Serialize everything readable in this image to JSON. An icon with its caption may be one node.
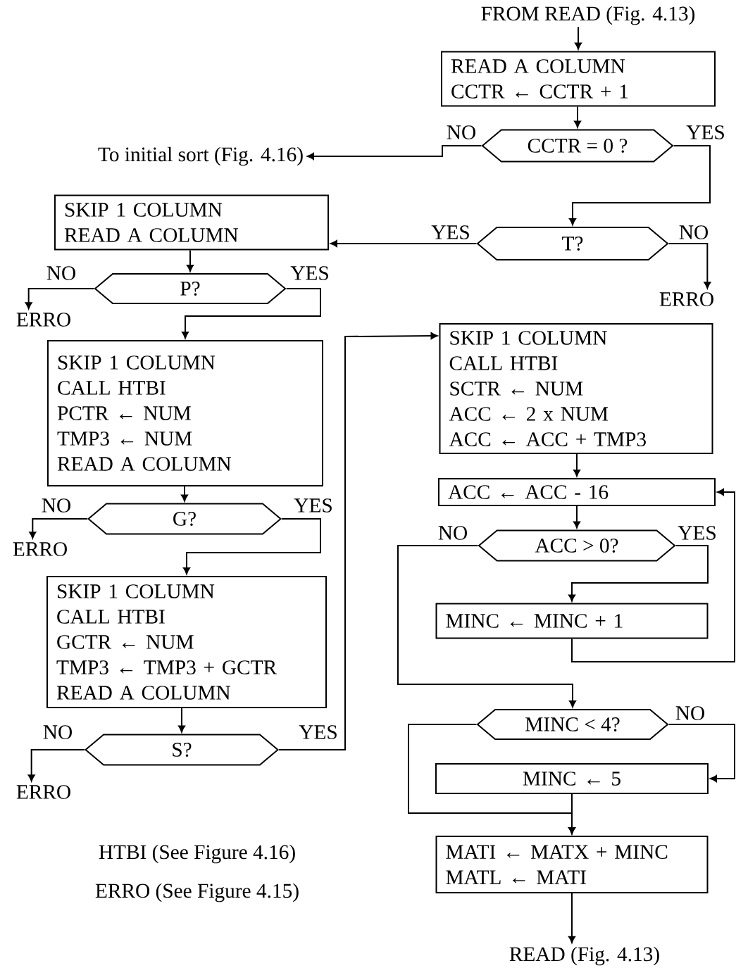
{
  "diagram": {
    "nodes": [
      {
        "text": [
          "FROM READ (Fig. 4.13)"
        ]
      },
      {
        "text": [
          "READ A COLUMN",
          "CCTR ← CCTR + 1"
        ]
      },
      {
        "text": [
          "CCTR = 0 ?"
        ]
      },
      {
        "text": [
          "To initial sort (Fig. 4.16)"
        ]
      },
      {
        "text": [
          "T?"
        ]
      },
      {
        "text": [
          "SKIP 1 COLUMN",
          "READ A COLUMN"
        ]
      },
      {
        "text": [
          "ERRO"
        ]
      },
      {
        "text": [
          "P?"
        ]
      },
      {
        "text": [
          "ERRO"
        ]
      },
      {
        "text": [
          "SKIP 1 COLUMN",
          "CALL HTBI",
          "PCTR ← NUM",
          "TMP3 ← NUM",
          "READ A COLUMN"
        ]
      },
      {
        "text": [
          "G?"
        ]
      },
      {
        "text": [
          "ERRO"
        ]
      },
      {
        "text": [
          "SKIP 1 COLUMN",
          "CALL HTBI",
          "GCTR ← NUM",
          "TMP3 ← TMP3 + GCTR",
          "READ A COLUMN"
        ]
      },
      {
        "text": [
          "S?"
        ]
      },
      {
        "text": [
          "ERRO"
        ]
      },
      {
        "text": [
          "SKIP 1 COLUMN",
          "CALL HTBI",
          "SCTR ← NUM",
          "ACC ← 2 x NUM",
          "ACC ← ACC + TMP3"
        ]
      },
      {
        "text": [
          "ACC ← ACC - 16"
        ]
      },
      {
        "text": [
          "ACC > 0?"
        ]
      },
      {
        "text": [
          "MINC ← MINC + 1"
        ]
      },
      {
        "text": [
          "MINC < 4?"
        ]
      },
      {
        "text": [
          "MINC ← 5"
        ]
      },
      {
        "text": [
          "MATI ← MATX + MINC",
          "MATL ← MATI"
        ]
      },
      {
        "text": [
          "READ (Fig. 4.13)"
        ]
      }
    ],
    "edges": [
      {
        "from": 0,
        "to": 1,
        "arrow": "to"
      },
      {
        "from": 1,
        "to": 2,
        "arrow": "to"
      },
      {
        "from": 2,
        "to": 3,
        "arrow": "to",
        "label": "NO"
      },
      {
        "from": 2,
        "to": 4,
        "arrow": "to",
        "label": "YES"
      },
      {
        "from": 4,
        "to": 5,
        "arrow": "to",
        "label": "YES"
      },
      {
        "from": 4,
        "to": 6,
        "arrow": "to",
        "label": "NO"
      },
      {
        "from": 5,
        "to": 7,
        "arrow": "to"
      },
      {
        "from": 7,
        "to": 8,
        "arrow": "to",
        "label": "NO"
      },
      {
        "from": 7,
        "to": 9,
        "arrow": "to",
        "label": "YES"
      },
      {
        "from": 9,
        "to": 10,
        "arrow": "to"
      },
      {
        "from": 10,
        "to": 11,
        "arrow": "to",
        "label": "NO"
      },
      {
        "from": 10,
        "to": 12,
        "arrow": "to",
        "label": "YES"
      },
      {
        "from": 12,
        "to": 13,
        "arrow": "to"
      },
      {
        "from": 13,
        "to": 14,
        "arrow": "to",
        "label": "NO"
      },
      {
        "from": 13,
        "to": 15,
        "arrow": "to",
        "label": "YES"
      },
      {
        "from": 15,
        "to": 16,
        "arrow": "to"
      },
      {
        "from": 16,
        "to": 17,
        "arrow": "to"
      },
      {
        "from": 17,
        "to": 18,
        "arrow": "to",
        "label": "YES"
      },
      {
        "from": 18,
        "to": 16,
        "arrow": "to"
      },
      {
        "from": 17,
        "to": 19,
        "arrow": "to",
        "label": "NO"
      },
      {
        "from": 19,
        "to": 20,
        "arrow": "to",
        "label": "NO"
      },
      {
        "from": 19,
        "to": 21,
        "arrow": "to"
      },
      {
        "from": 20,
        "to": 21,
        "arrow": "to"
      },
      {
        "from": 21,
        "to": 22,
        "arrow": "to"
      }
    ],
    "labels": [
      "HTBI (See Figure 4.16)",
      "ERRO (See Figure 4.15)"
    ]
  }
}
